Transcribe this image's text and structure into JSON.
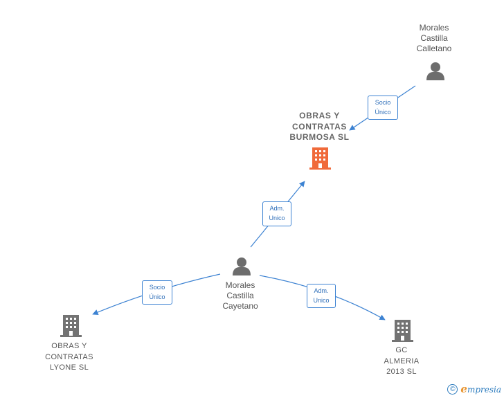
{
  "nodes": {
    "calletano": {
      "label": "Morales\nCastilla\nCalletano",
      "type": "person"
    },
    "obras_burmosa": {
      "label": "OBRAS Y\nCONTRATAS\nBURMOSA  SL",
      "type": "company-main"
    },
    "cayetano": {
      "label": "Morales\nCastilla\nCayetano",
      "type": "person"
    },
    "obras_lyone": {
      "label": "OBRAS Y\nCONTRATAS\nLYONE SL",
      "type": "company"
    },
    "gc_almeria": {
      "label": "GC\nALMERIA\n2013  SL",
      "type": "company"
    }
  },
  "edges": {
    "calletano_burmosa": {
      "label": "Socio\nÚnico"
    },
    "cayetano_burmosa": {
      "label": "Adm.\nUnico"
    },
    "cayetano_lyone": {
      "label": "Socio\nÚnico"
    },
    "cayetano_almeria": {
      "label": "Adm.\nUnico"
    }
  },
  "colors": {
    "edge": "#3c82d2",
    "person_icon": "#6d6d6d",
    "company_icon": "#737373",
    "main_company_icon": "#f06a3a"
  },
  "footer": {
    "copyright_symbol": "©",
    "brand_initial": "e",
    "brand_rest": "mpresia"
  }
}
